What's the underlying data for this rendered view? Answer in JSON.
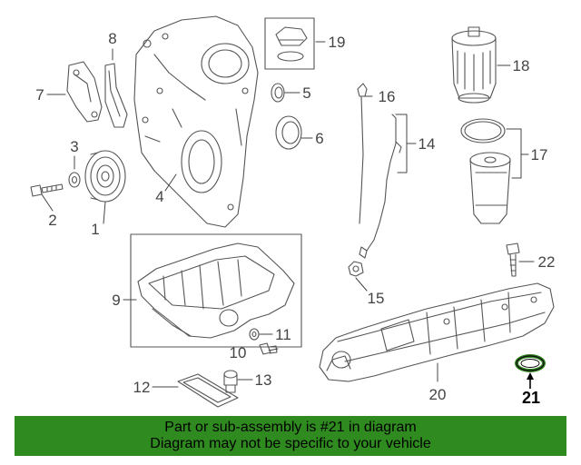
{
  "diagram": {
    "callouts": [
      "1",
      "2",
      "3",
      "4",
      "5",
      "6",
      "7",
      "8",
      "9",
      "10",
      "11",
      "12",
      "13",
      "14",
      "15",
      "16",
      "17",
      "18",
      "19",
      "20",
      "21",
      "22"
    ],
    "highlighted_part": "21",
    "highlight_color": "#2f8a1f"
  },
  "banner": {
    "line1": "Part or sub-assembly is #21 in diagram",
    "line2": "Diagram may not be specific to your vehicle",
    "background": "#2f8a1f"
  }
}
